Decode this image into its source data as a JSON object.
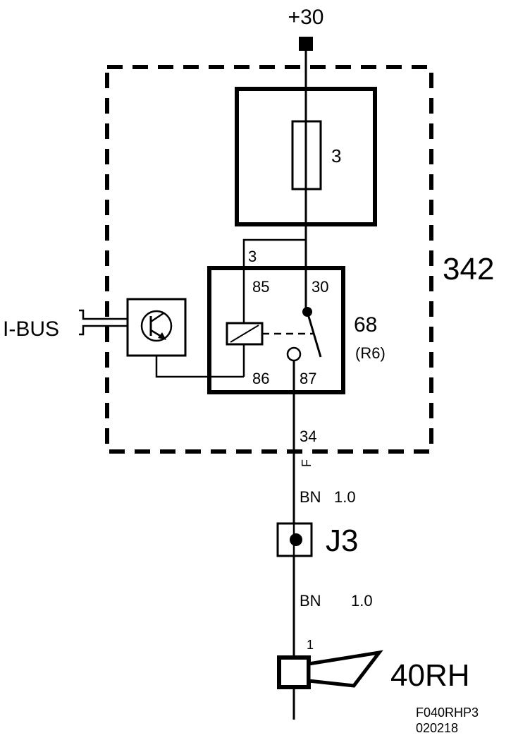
{
  "supply_label": "+30",
  "control_unit": {
    "id": "342"
  },
  "fuse": {
    "number": "3"
  },
  "relay": {
    "id": "68",
    "position": "(R6)",
    "feed_wire": "3",
    "pins": {
      "p85": "85",
      "p30": "30",
      "p86": "86",
      "p87": "87"
    }
  },
  "bus_label": "I-BUS",
  "connector": {
    "pin": "34",
    "code": "F"
  },
  "wire_upper": {
    "color": "BN",
    "size": "1.0"
  },
  "junction": {
    "id": "J3"
  },
  "wire_lower": {
    "color": "BN",
    "size": "1.0"
  },
  "horn": {
    "pin": "1",
    "id": "40RH"
  },
  "drawing_ref": {
    "code": "F040RHP3",
    "date": "020218"
  }
}
